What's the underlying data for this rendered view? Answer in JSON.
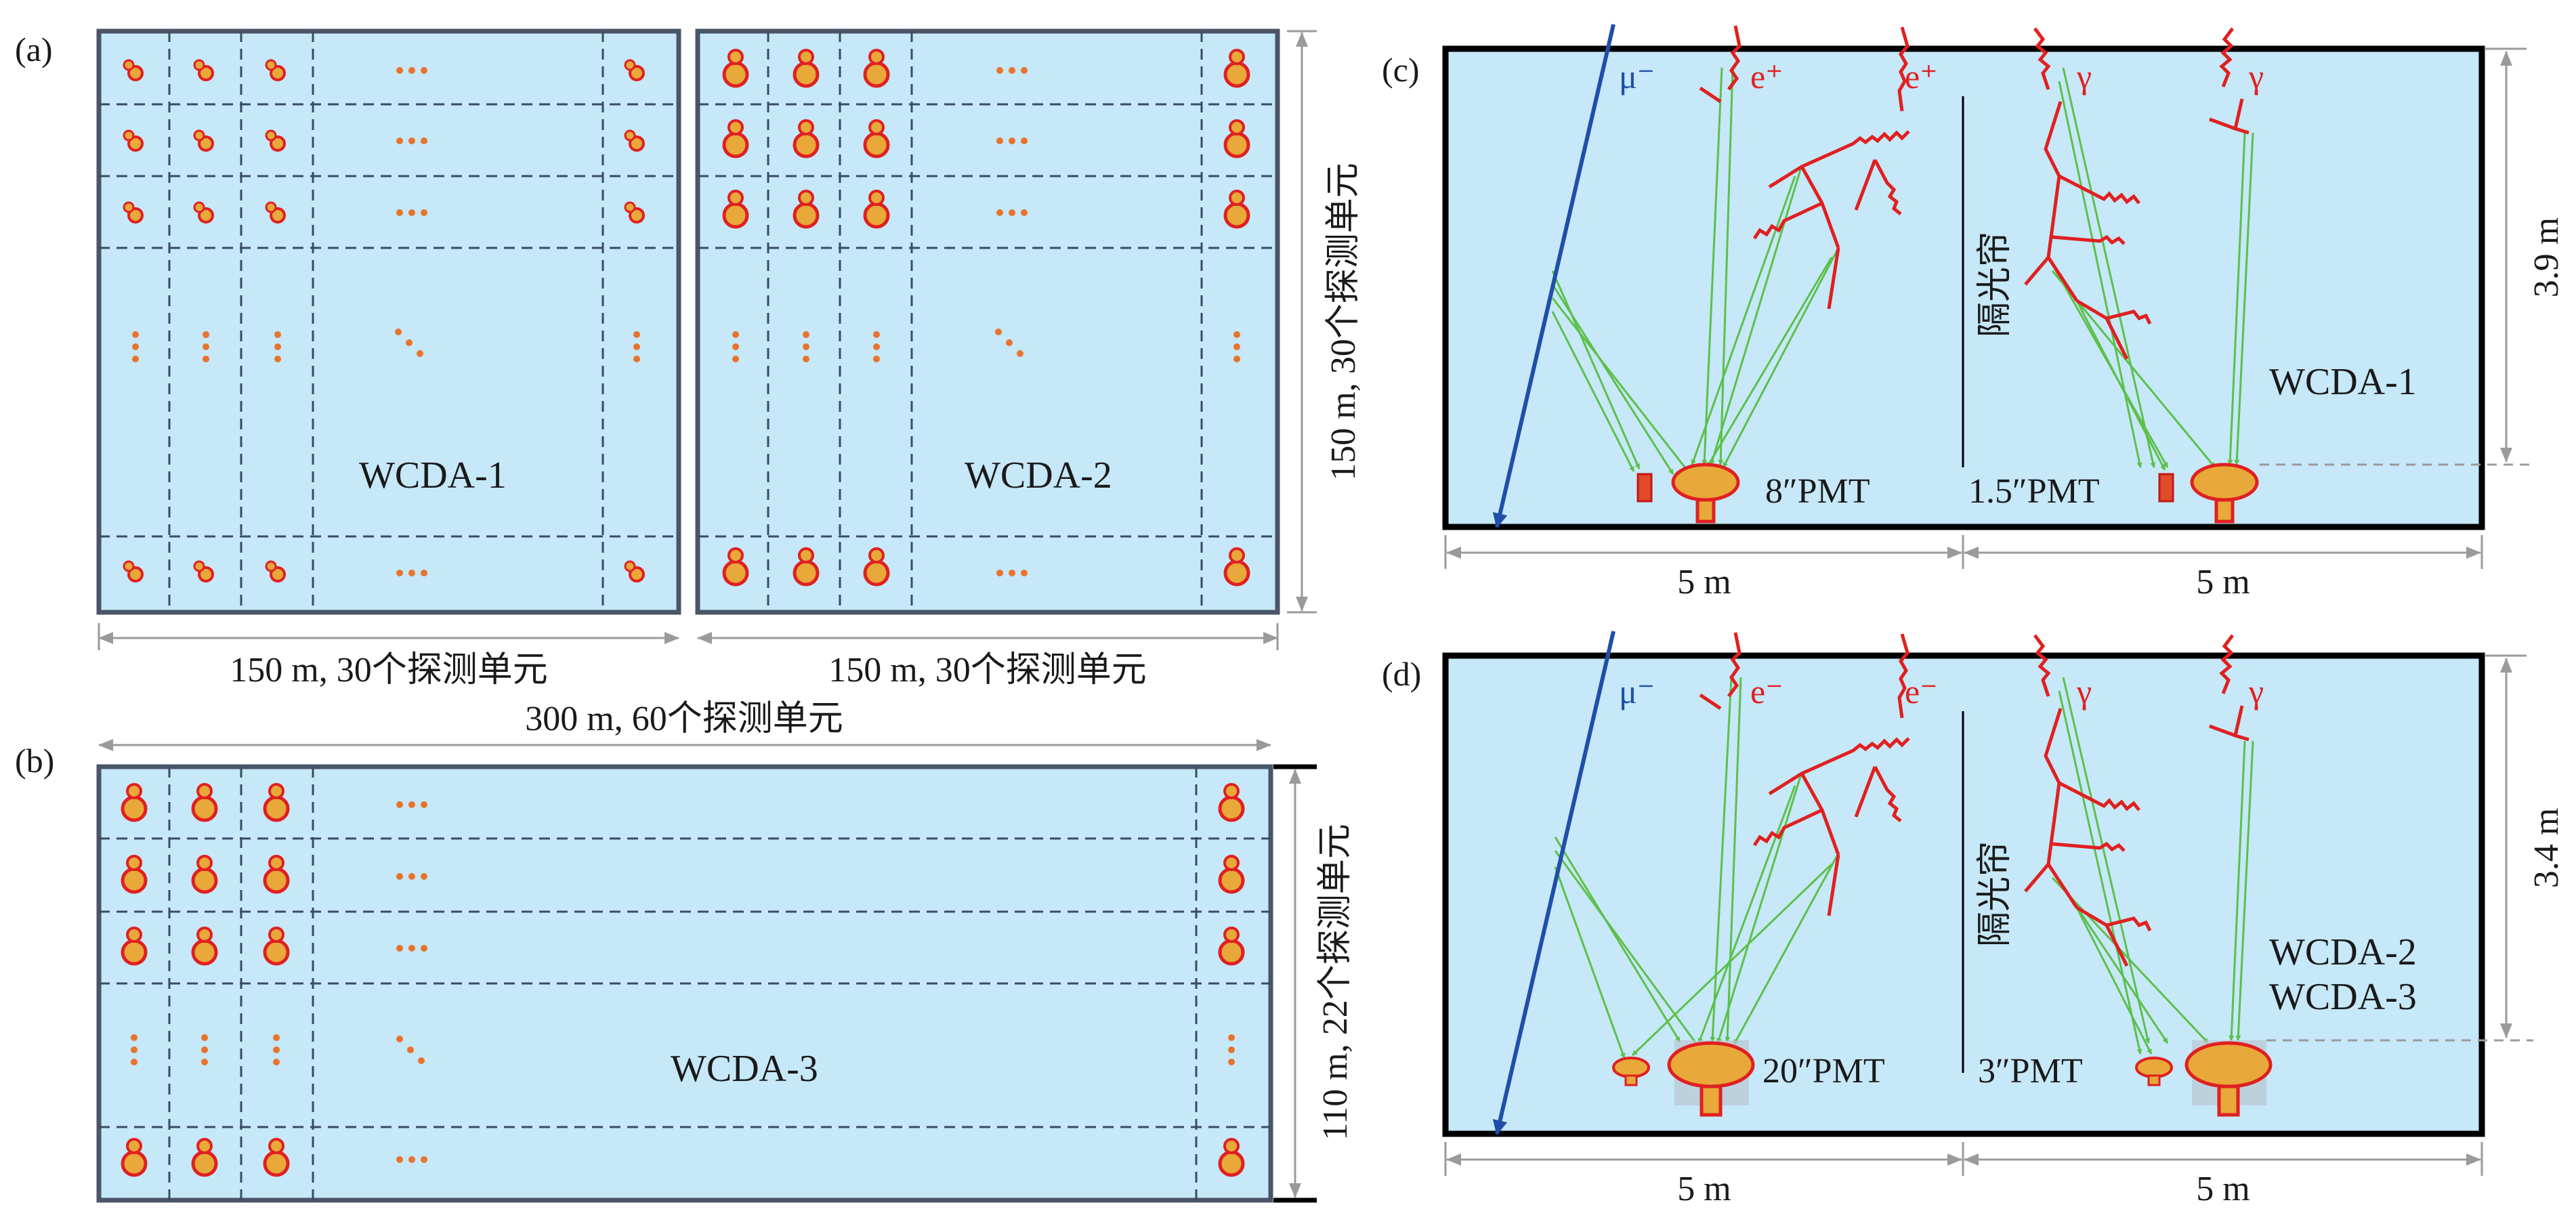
{
  "panels": {
    "a": {
      "label": "(a)",
      "pool1": {
        "name": "WCDA-1",
        "width_label": "150 m, 30个探测单元"
      },
      "pool2": {
        "name": "WCDA-2",
        "width_label": "150 m, 30个探测单元"
      },
      "height_label": "150 m, 30个探测单元"
    },
    "b": {
      "label": "(b)",
      "pool": {
        "name": "WCDA-3"
      },
      "width_label": "300 m, 60个探测单元",
      "height_label": "110 m, 22个探测单元"
    },
    "c": {
      "label": "(c)",
      "particles": {
        "muon": "μ⁻",
        "e1": "e⁺",
        "e2": "e⁺",
        "g1": "γ",
        "g2": "γ"
      },
      "curtain": "隔光帘",
      "pool": "WCDA-1",
      "pmt_big": "8″PMT",
      "pmt_small": "1.5″PMT",
      "depth": "3.9 m",
      "cell_width_left": "5 m",
      "cell_width_right": "5 m"
    },
    "d": {
      "label": "(d)",
      "particles": {
        "muon": "μ⁻",
        "e1": "e⁻",
        "e2": "e⁻",
        "g1": "γ",
        "g2": "γ"
      },
      "curtain": "隔光帘",
      "pool_line1": "WCDA-2",
      "pool_line2": "WCDA-3",
      "pmt_big": "20″PMT",
      "pmt_small": "3″PMT",
      "depth": "3.4 m",
      "cell_width_left": "5 m",
      "cell_width_right": "5 m"
    }
  },
  "ellipsis": "···",
  "colors": {
    "water": "#c6e8f8",
    "pool_border": "#4a5568",
    "cell_border": "#000000",
    "muon": "#1f4fa8",
    "electron": "#e02020",
    "cherenkov": "#5cc04a",
    "pmt_fill": "#e8a83a",
    "pmt_edge": "#e02020",
    "dim": "#9a9a9a"
  }
}
